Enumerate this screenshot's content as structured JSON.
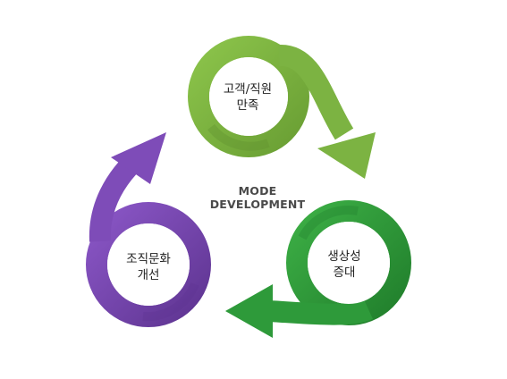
{
  "center": {
    "line1": "MODE",
    "line2": "DEVELOPMENT"
  },
  "nodes": [
    {
      "id": "satisfaction",
      "line1": "고객/직원",
      "line2": "만족",
      "color": "#7cb342",
      "color_dark": "#5f8f2e"
    },
    {
      "id": "productivity",
      "line1": "생상성",
      "line2": "증대",
      "color": "#2e9a3a",
      "color_dark": "#1f7a2b"
    },
    {
      "id": "culture",
      "line1": "조직문화",
      "line2": "개선",
      "color": "#7e4cb8",
      "color_dark": "#5f3592"
    }
  ]
}
